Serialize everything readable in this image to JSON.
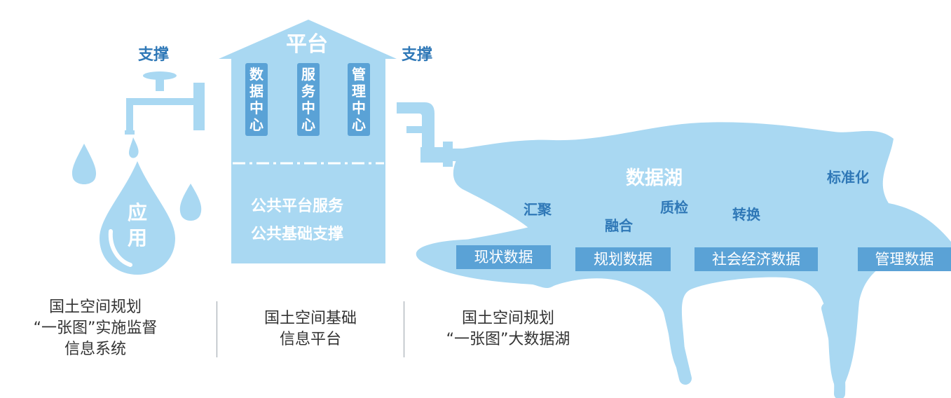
{
  "faucet": {
    "support_label": "支撑"
  },
  "pipe": {
    "support_label": "支撑"
  },
  "application": {
    "label_line1": "应",
    "label_line2": "用"
  },
  "platform": {
    "roof_label": "平台",
    "centers": [
      {
        "chars": [
          "数",
          "据",
          "中",
          "心"
        ]
      },
      {
        "chars": [
          "服",
          "务",
          "中",
          "心"
        ]
      },
      {
        "chars": [
          "管",
          "理",
          "中",
          "心"
        ]
      }
    ],
    "service_line1": "公共平台服务",
    "service_line2": "公共基础支撑"
  },
  "lake": {
    "title": "数据湖",
    "processes": [
      "汇聚",
      "融合",
      "质检",
      "转换",
      "标准化"
    ],
    "sources": [
      "现状数据",
      "规划数据",
      "社会经济数据",
      "管理数据"
    ]
  },
  "captions": [
    {
      "lines": [
        "国土空间规划",
        "“一张图”实施监督",
        "信息系统"
      ]
    },
    {
      "lines": [
        "国土空间基础",
        "信息平台"
      ]
    },
    {
      "lines": [
        "国土空间规划",
        "“一张图”大数据湖"
      ]
    }
  ],
  "colors": {
    "light_blue": "#a9d8f2",
    "mid_blue": "#5aa2d6",
    "text_blue": "#2f78b7"
  }
}
